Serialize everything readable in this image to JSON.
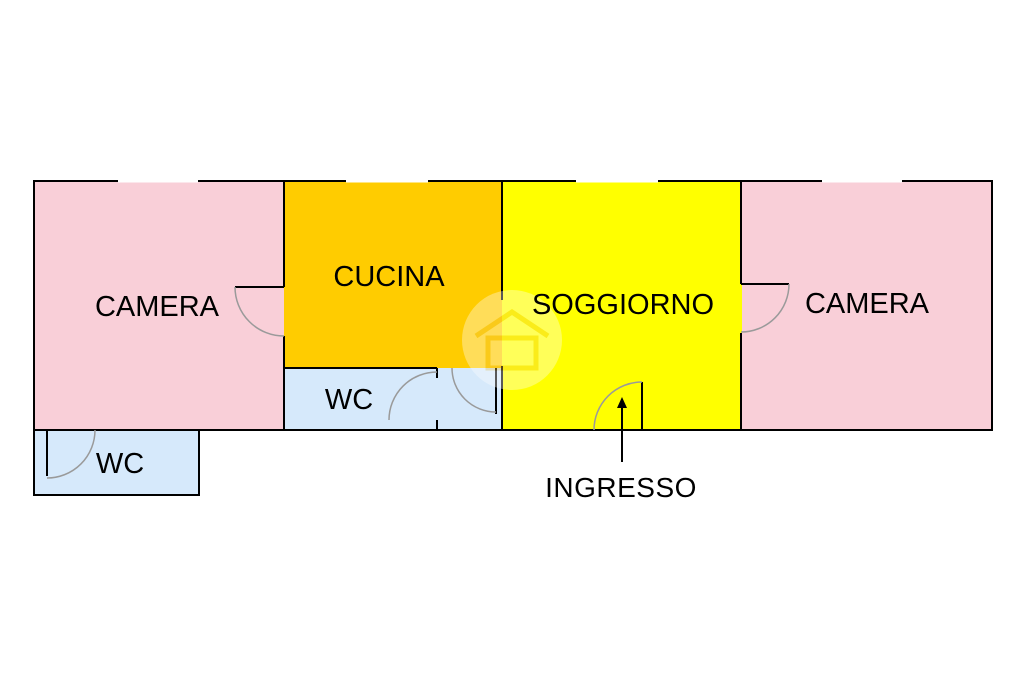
{
  "plan": {
    "rooms": {
      "camera_left": {
        "label": "CAMERA",
        "color": "#F9CFD8"
      },
      "cucina": {
        "label": "CUCINA",
        "color": "#FFCC00"
      },
      "soggiorno": {
        "label": "SOGGIORNO",
        "color": "#FFFF00"
      },
      "camera_right": {
        "label": "CAMERA",
        "color": "#F9CFD8"
      },
      "wc_center": {
        "label": "WC",
        "color": "#D6E9FB"
      },
      "wc_left": {
        "label": "WC",
        "color": "#D6E9FB"
      }
    },
    "entrance": {
      "label": "INGRESSO"
    },
    "wall_color": "#000000",
    "door_color": "#9A9A9A",
    "watermark": "home-logo"
  }
}
